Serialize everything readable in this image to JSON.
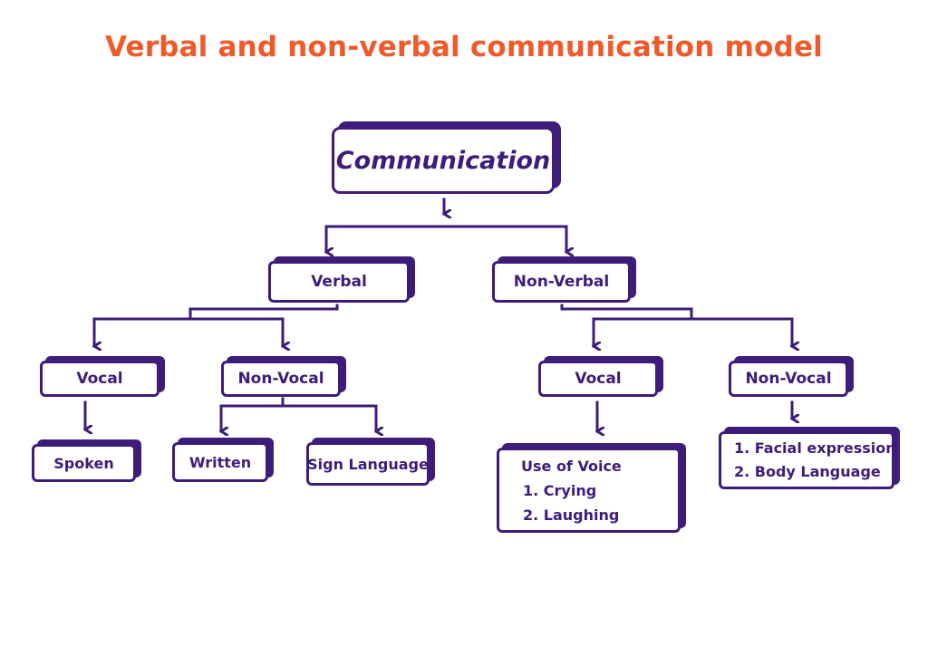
{
  "title": "Verbal and non-verbal communication model",
  "nodes": {
    "root": "Communication",
    "verbal": "Verbal",
    "nonverbal": "Non-Verbal",
    "verbal_vocal": "Vocal",
    "verbal_nonvocal": "Non-Vocal",
    "nonverbal_vocal": "Vocal",
    "nonverbal_nonvocal": "Non-Vocal",
    "spoken": "Spoken",
    "written": "Written",
    "sign_language": "Sign Language",
    "use_of_voice": {
      "heading": "Use of Voice",
      "items": [
        "1. Crying",
        "2. Laughing"
      ]
    },
    "nonvocal_expressions": {
      "items": [
        "1. Facial expression",
        "2. Body Language"
      ]
    }
  },
  "colors": {
    "title": "#ef5a2a",
    "primary": "#3d1c7a",
    "background": "#ffffff"
  }
}
